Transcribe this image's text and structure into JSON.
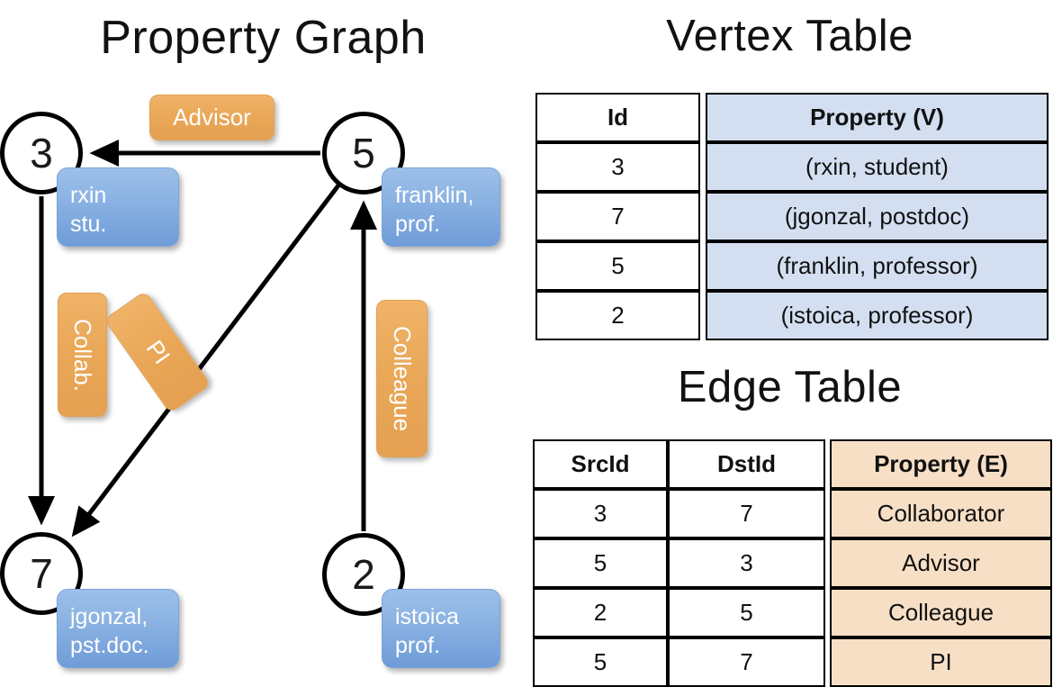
{
  "titles": {
    "property_graph": "Property Graph",
    "vertex_table": "Vertex Table",
    "edge_table": "Edge Table"
  },
  "graph": {
    "nodes": [
      {
        "id": "3",
        "property_lines": [
          "rxin",
          "stu."
        ]
      },
      {
        "id": "5",
        "property_lines": [
          "franklin,",
          "prof."
        ]
      },
      {
        "id": "7",
        "property_lines": [
          "jgonzal,",
          "pst.doc."
        ]
      },
      {
        "id": "2",
        "property_lines": [
          "istoica",
          "prof."
        ]
      }
    ],
    "edge_labels": [
      {
        "name": "advisor",
        "text": "Advisor"
      },
      {
        "name": "collab",
        "text": "Collab."
      },
      {
        "name": "pi",
        "text": "PI"
      },
      {
        "name": "colleague",
        "text": "Colleague"
      }
    ],
    "edges": [
      {
        "src": "5",
        "dst": "3",
        "label": "Advisor"
      },
      {
        "src": "3",
        "dst": "7",
        "label": "Collab."
      },
      {
        "src": "5",
        "dst": "7",
        "label": "PI"
      },
      {
        "src": "2",
        "dst": "5",
        "label": "Colleague"
      }
    ]
  },
  "vertex_table": {
    "headers": [
      "Id",
      "Property (V)"
    ],
    "rows": [
      {
        "id": "3",
        "property": "(rxin, student)"
      },
      {
        "id": "7",
        "property": "(jgonzal, postdoc)"
      },
      {
        "id": "5",
        "property": "(franklin, professor)"
      },
      {
        "id": "2",
        "property": "(istoica, professor)"
      }
    ]
  },
  "edge_table": {
    "headers": [
      "SrcId",
      "DstId",
      "Property (E)"
    ],
    "rows": [
      {
        "src": "3",
        "dst": "7",
        "property": "Collaborator"
      },
      {
        "src": "5",
        "dst": "3",
        "property": "Advisor"
      },
      {
        "src": "2",
        "dst": "5",
        "property": "Colleague"
      },
      {
        "src": "5",
        "dst": "7",
        "property": "PI"
      }
    ]
  },
  "colors": {
    "vertex_property_fill": "#d3dff1",
    "edge_property_fill": "#f7dfc6",
    "node_callout_blue": "#89b1e2",
    "edge_badge_orange": "#e9a757",
    "stroke": "#000000"
  }
}
